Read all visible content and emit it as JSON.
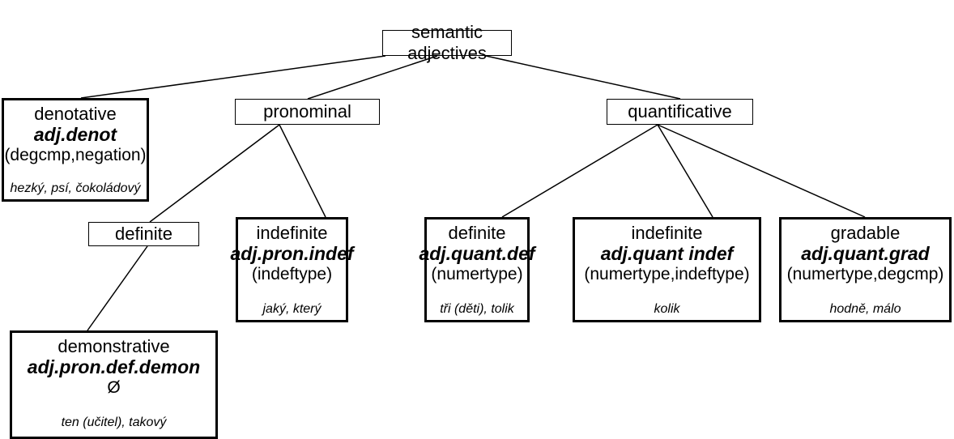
{
  "root": {
    "label": "semantic adjectives"
  },
  "groups": {
    "pronominal": {
      "label": "pronominal"
    },
    "quantificative": {
      "label": "quantificative"
    },
    "pron_definite": {
      "label": "definite"
    }
  },
  "leaves": {
    "denotative": {
      "label": "denotative",
      "code": "adj.denot",
      "attrs": "(degcmp,negation)",
      "examples": "hezký, psí, čokoládový"
    },
    "pron_indefinite": {
      "label": "indefinite",
      "code": "adj.pron.indef",
      "attrs": "(indeftype)",
      "examples": "jaký, který"
    },
    "demonstrative": {
      "label": "demonstrative",
      "code": "adj.pron.def.demon",
      "attrs": "Ø",
      "examples": "ten (učitel), takový"
    },
    "quant_definite": {
      "label": "definite",
      "code": "adj.quant.def",
      "attrs": "(numertype)",
      "examples": "tři (děti), tolik"
    },
    "quant_indefinite": {
      "label": "indefinite",
      "code": "adj.quant indef",
      "attrs": "(numertype,indeftype)",
      "examples": "kolik"
    },
    "gradable": {
      "label": "gradable",
      "code": "adj.quant.grad",
      "attrs": "(numertype,degcmp)",
      "examples": "hodně, málo"
    }
  }
}
